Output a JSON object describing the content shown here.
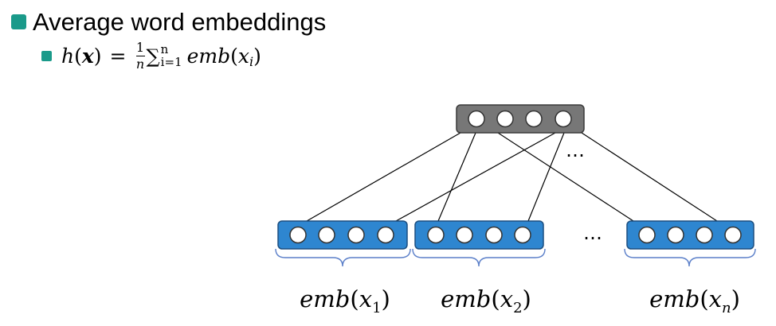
{
  "heading": {
    "text": "Average word embeddings"
  },
  "formula": {
    "lhs_fn": "h",
    "lhs_var": "x",
    "eq": "=",
    "frac_num": "1",
    "frac_den": "n",
    "sum_symbol": "∑",
    "sum_upper": "n",
    "sum_lower": "i=1",
    "body_fn": "emb",
    "body_var": "x",
    "body_sub": "i"
  },
  "diagram": {
    "output_layer": {
      "units": 4,
      "color": "#777777"
    },
    "input_layers": [
      {
        "units": 4,
        "color": "#2e86d0",
        "label_fn": "emb",
        "label_var": "x",
        "label_sub": "1"
      },
      {
        "units": 4,
        "color": "#2e86d0",
        "label_fn": "emb",
        "label_var": "x",
        "label_sub": "2"
      },
      {
        "units": 4,
        "color": "#2e86d0",
        "label_fn": "emb",
        "label_var": "x",
        "label_sub": "n"
      }
    ],
    "ellipsis_top": "…",
    "ellipsis_mid": "…",
    "brace_color": "#5b7fc9"
  }
}
